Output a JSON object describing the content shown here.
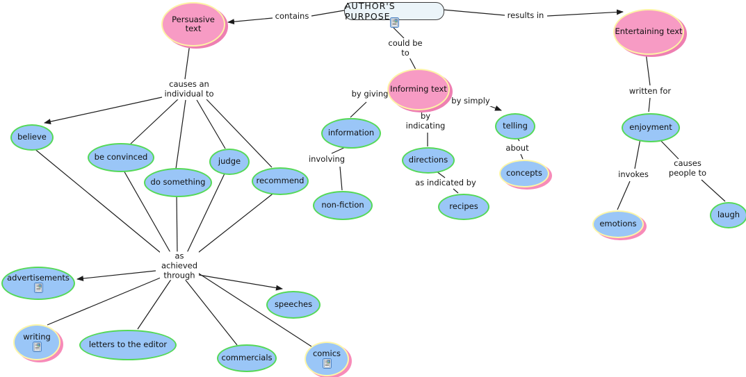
{
  "root": {
    "label": "AUTHOR'S PURPOSE"
  },
  "nodes": {
    "persuasive": {
      "label": "Persuasive text"
    },
    "informing": {
      "label": "Informing text"
    },
    "entertaining": {
      "label": "Entertaining text"
    },
    "believe": {
      "label": "believe"
    },
    "be_convinced": {
      "label": "be convinced"
    },
    "do_something": {
      "label": "do something"
    },
    "judge": {
      "label": "judge"
    },
    "recommend": {
      "label": "recommend"
    },
    "information": {
      "label": "information"
    },
    "non_fiction": {
      "label": "non-fiction"
    },
    "directions": {
      "label": "directions"
    },
    "recipes": {
      "label": "recipes"
    },
    "telling": {
      "label": "telling"
    },
    "concepts": {
      "label": "concepts"
    },
    "enjoyment": {
      "label": "enjoyment"
    },
    "emotions": {
      "label": "emotions"
    },
    "laugh": {
      "label": "laugh"
    },
    "advertisements": {
      "label": "advertisements"
    },
    "writing": {
      "label": "writing"
    },
    "letters": {
      "label": "letters to the editor"
    },
    "commercials": {
      "label": "commercials"
    },
    "speeches": {
      "label": "speeches"
    },
    "comics": {
      "label": "comics"
    }
  },
  "links": {
    "contains": "contains",
    "results_in": "results in",
    "could_be_to": "could be\nto",
    "causes_an_individual_to": "causes an\nindividual to",
    "as_achieved_through": "as\nachieved\nthrough",
    "by_giving": "by giving",
    "involving": "involving",
    "by_indicating": "by\nindicating",
    "as_indicated_by": "as indicated by",
    "by_simply": "by simply",
    "about": "about",
    "written_for": "written for",
    "invokes": "invokes",
    "causes_people_to": "causes\npeople to"
  },
  "icons": {
    "resource": "document-resource-icon"
  },
  "colors": {
    "concept_pink_fill": "#F79BC4",
    "concept_pink_border": "#FDF3A6",
    "concept_pink_shadow": "#EE7FB2",
    "concept_blue_fill": "#9AC6F7",
    "concept_blue_border": "#55D957",
    "accent_border": "#FDF6A8",
    "accent_shadow": "#F78BB9",
    "root_fill": "#EBF4F9",
    "line_color": "#1C1C1C"
  }
}
